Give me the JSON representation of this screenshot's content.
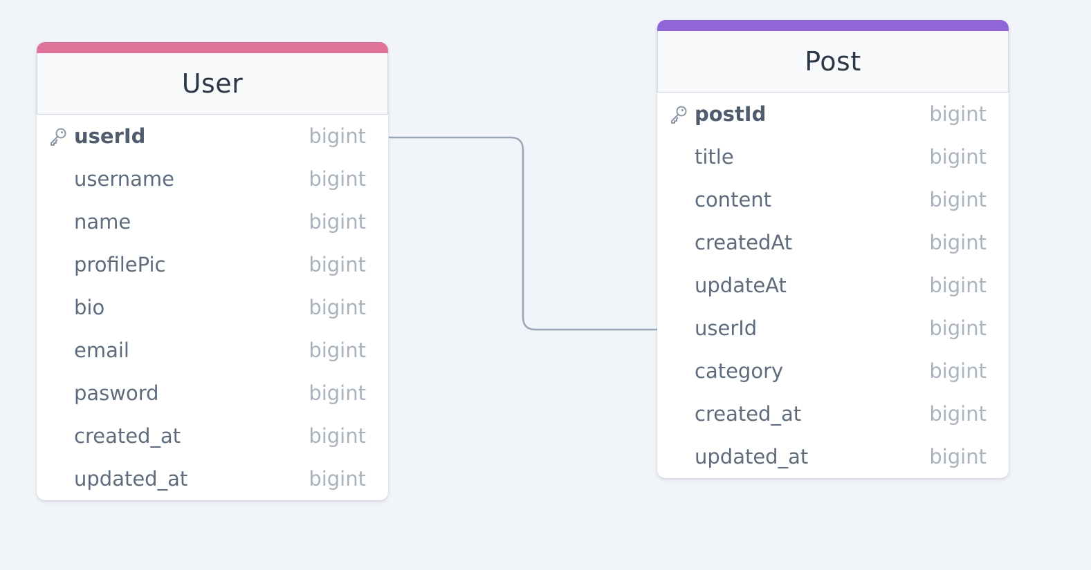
{
  "tables": [
    {
      "name": "User",
      "accent_color": "#e07399",
      "columns": [
        {
          "name": "userId",
          "type": "bigint",
          "primary_key": true
        },
        {
          "name": "username",
          "type": "bigint"
        },
        {
          "name": "name",
          "type": "bigint"
        },
        {
          "name": "profilePic",
          "type": "bigint"
        },
        {
          "name": "bio",
          "type": "bigint"
        },
        {
          "name": "email",
          "type": "bigint"
        },
        {
          "name": "pasword",
          "type": "bigint"
        },
        {
          "name": "created_at",
          "type": "bigint"
        },
        {
          "name": "updated_at",
          "type": "bigint"
        }
      ]
    },
    {
      "name": "Post",
      "accent_color": "#8f65d8",
      "columns": [
        {
          "name": "postId",
          "type": "bigint",
          "primary_key": true
        },
        {
          "name": "title",
          "type": "bigint"
        },
        {
          "name": "content",
          "type": "bigint"
        },
        {
          "name": "createdAt",
          "type": "bigint"
        },
        {
          "name": "updateAt",
          "type": "bigint"
        },
        {
          "name": "userId",
          "type": "bigint"
        },
        {
          "name": "category",
          "type": "bigint"
        },
        {
          "name": "created_at",
          "type": "bigint"
        },
        {
          "name": "updated_at",
          "type": "bigint"
        }
      ]
    }
  ],
  "relations": [
    {
      "from": "User.userId",
      "to": "Post.userId"
    }
  ],
  "icons": {
    "primary_key": "key-icon"
  }
}
